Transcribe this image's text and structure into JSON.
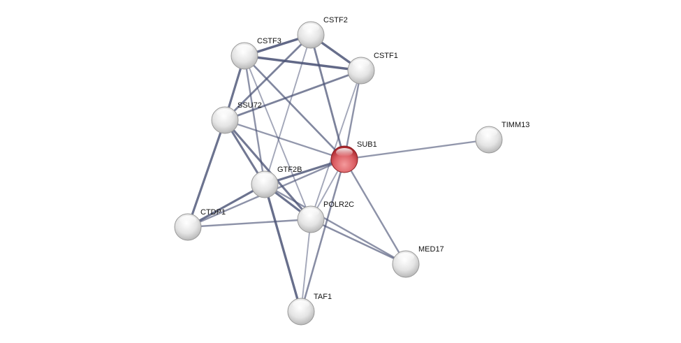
{
  "network": {
    "query_protein": "SUB1",
    "colors": {
      "query_node": "#d9545a",
      "node": "#e6e6e6",
      "edge": "#4a5275"
    },
    "nodes": [
      {
        "id": "CSTF2",
        "label": "CSTF2"
      },
      {
        "id": "CSTF3",
        "label": "CSTF3"
      },
      {
        "id": "CSTF1",
        "label": "CSTF1"
      },
      {
        "id": "SSU72",
        "label": "SSU72"
      },
      {
        "id": "SUB1",
        "label": "SUB1"
      },
      {
        "id": "TIMM13",
        "label": "TIMM13"
      },
      {
        "id": "GTF2B",
        "label": "GTF2B"
      },
      {
        "id": "CTDP1",
        "label": "CTDP1"
      },
      {
        "id": "POLR2C",
        "label": "POLR2C"
      },
      {
        "id": "MED17",
        "label": "MED17"
      },
      {
        "id": "TAF1",
        "label": "TAF1"
      }
    ],
    "edges": [
      [
        "CSTF3",
        "CSTF2",
        0.95
      ],
      [
        "CSTF3",
        "CSTF1",
        0.95
      ],
      [
        "CSTF2",
        "CSTF1",
        0.9
      ],
      [
        "CSTF3",
        "SSU72",
        0.85
      ],
      [
        "CSTF2",
        "SSU72",
        0.7
      ],
      [
        "CSTF1",
        "SSU72",
        0.7
      ],
      [
        "CSTF3",
        "SUB1",
        0.65
      ],
      [
        "CSTF2",
        "SUB1",
        0.7
      ],
      [
        "CSTF1",
        "SUB1",
        0.55
      ],
      [
        "CSTF2",
        "GTF2B",
        0.35
      ],
      [
        "CSTF3",
        "GTF2B",
        0.55
      ],
      [
        "CSTF3",
        "POLR2C",
        0.35
      ],
      [
        "CSTF1",
        "POLR2C",
        0.35
      ],
      [
        "SSU72",
        "SUB1",
        0.5
      ],
      [
        "SSU72",
        "GTF2B",
        0.8
      ],
      [
        "SSU72",
        "POLR2C",
        0.8
      ],
      [
        "SSU72",
        "CTDP1",
        0.85
      ],
      [
        "SUB1",
        "TIMM13",
        0.5
      ],
      [
        "SUB1",
        "GTF2B",
        0.85
      ],
      [
        "SUB1",
        "CTDP1",
        0.55
      ],
      [
        "SUB1",
        "POLR2C",
        0.35
      ],
      [
        "SUB1",
        "TAF1",
        0.6
      ],
      [
        "SUB1",
        "MED17",
        0.55
      ],
      [
        "GTF2B",
        "CTDP1",
        0.85
      ],
      [
        "GTF2B",
        "POLR2C",
        0.85
      ],
      [
        "GTF2B",
        "TAF1",
        0.9
      ],
      [
        "GTF2B",
        "MED17",
        0.55
      ],
      [
        "CTDP1",
        "POLR2C",
        0.55
      ],
      [
        "POLR2C",
        "MED17",
        0.6
      ],
      [
        "POLR2C",
        "TAF1",
        0.35
      ]
    ]
  }
}
